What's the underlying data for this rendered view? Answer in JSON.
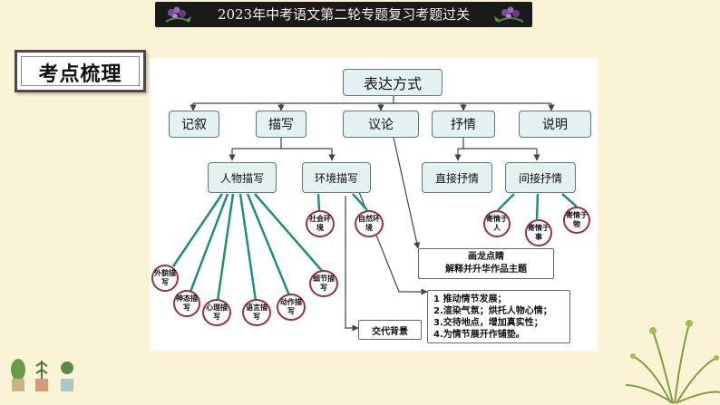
{
  "header": {
    "title": "2023年中考语文第二轮专题复习考题过关"
  },
  "section": {
    "label": "考点梳理"
  },
  "diagram": {
    "root": "表达方式",
    "level1": [
      "记叙",
      "描写",
      "议论",
      "抒情",
      "说明"
    ],
    "level2": {
      "character": "人物描写",
      "environment": "环境描写",
      "direct": "直接抒情",
      "indirect": "间接抒情"
    },
    "character_items": [
      "外貌描写",
      "神态描写",
      "心理描写",
      "语言描写",
      "动作描写",
      "细节描写"
    ],
    "environment_items": [
      "社会环境",
      "自然环境"
    ],
    "indirect_items": [
      "寄情于人",
      "寄情于事",
      "寄情于物"
    ],
    "notes": {
      "finishing_touch": [
        "画龙点睛",
        "解释并升华作品主题"
      ],
      "functions": [
        "1 推动情节发展；",
        "2.渲染气氛；烘托人物心情；",
        "3.交待地点，增加真实性；",
        "4.为情节展开作铺垫。"
      ],
      "background": "交代背景"
    }
  },
  "colors": {
    "background": "#fbf3d6",
    "box_fill": "#e5f1f0",
    "box_border": "#5a7c7a",
    "teal_line": "#1f8f7a",
    "red_bubble": "#9a3040"
  }
}
